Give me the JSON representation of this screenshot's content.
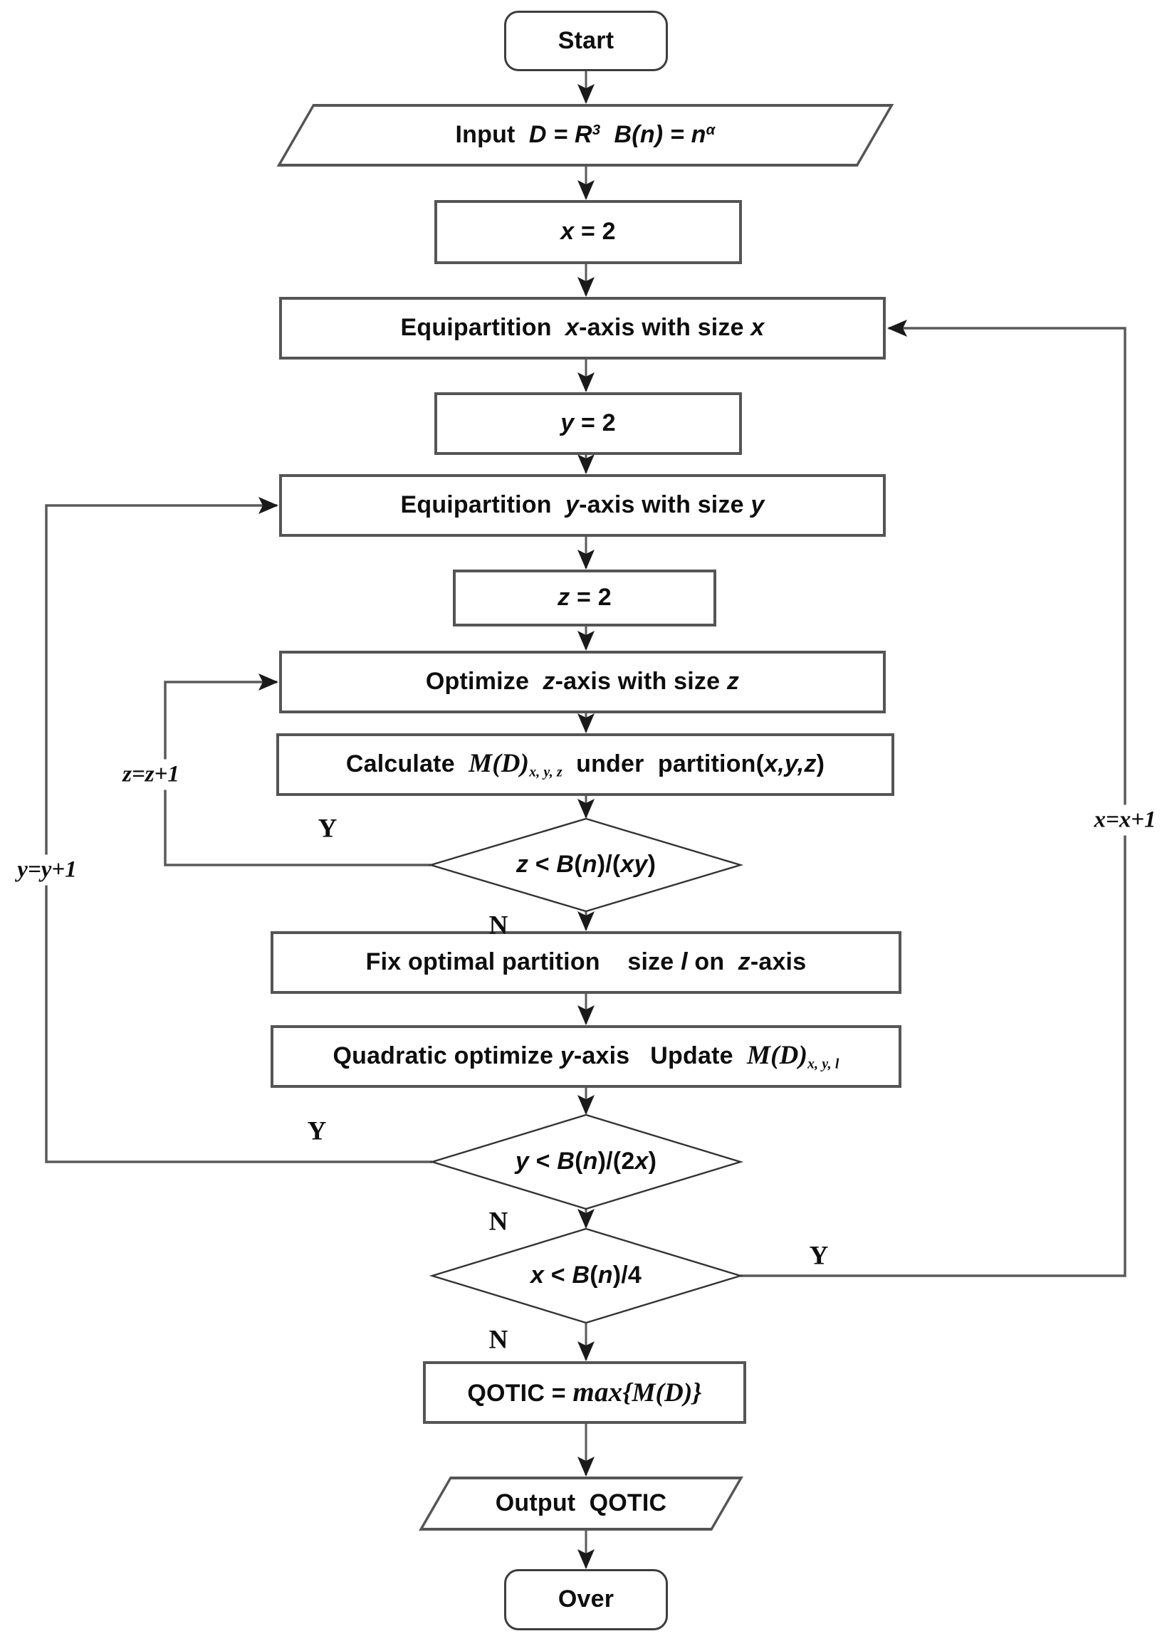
{
  "diagram": {
    "background": "#ffffff",
    "box_border_color": "#555555",
    "diamond_border_color": "#333333",
    "arrow_color": "#1a1a1a",
    "text_color": "#0e0e0e"
  },
  "nodes": {
    "start": {
      "shape": "terminator",
      "runs": [
        "Start"
      ]
    },
    "input": {
      "shape": "parallelogram",
      "runs": [
        "Input  ",
        "D = R",
        "3",
        "  B(n) = n",
        "α"
      ]
    },
    "x_init": {
      "shape": "process",
      "runs": [
        "x",
        " = 2"
      ]
    },
    "equipartition_x": {
      "shape": "process",
      "runs": [
        "Equipartition  ",
        "x",
        "-axis with size ",
        "x"
      ]
    },
    "y_init": {
      "shape": "process",
      "runs": [
        "y",
        " = 2"
      ]
    },
    "equipartition_y": {
      "shape": "process",
      "runs": [
        "Equipartition  ",
        "y",
        "-axis with size ",
        "y"
      ]
    },
    "z_init": {
      "shape": "process",
      "runs": [
        "z",
        " = 2"
      ]
    },
    "optimize_z": {
      "shape": "process",
      "runs": [
        "Optimize  ",
        "z",
        "-axis with size ",
        "z"
      ]
    },
    "calculate": {
      "shape": "process",
      "runs": [
        "Calculate  ",
        "M(D)",
        "x, y, z",
        "  under  partition(",
        "x,y,z",
        ")"
      ]
    },
    "decision_z": {
      "shape": "decision",
      "runs": [
        "z",
        " < ",
        "B",
        "(",
        "n",
        ")/(",
        "xy",
        ")"
      ]
    },
    "fix_partition": {
      "shape": "process",
      "runs": [
        "Fix optimal partition    size ",
        "l",
        " on  ",
        "z",
        "-axis"
      ]
    },
    "quadratic_optimize": {
      "shape": "process",
      "runs": [
        "Quadratic optimize ",
        "y",
        "-axis   Update  ",
        "M(D)",
        "x, y, l"
      ]
    },
    "decision_y": {
      "shape": "decision",
      "runs": [
        "y",
        " < ",
        "B",
        "(",
        "n",
        ")/(2",
        "x",
        ")"
      ]
    },
    "decision_x": {
      "shape": "decision",
      "runs": [
        "x",
        " < ",
        "B",
        "(",
        "n",
        ")/4"
      ]
    },
    "qotic": {
      "shape": "process",
      "runs": [
        "QOTIC = ",
        "max",
        "{M(D)}"
      ]
    },
    "output": {
      "shape": "parallelogram",
      "runs": [
        "Output  QOTIC"
      ]
    },
    "over": {
      "shape": "terminator",
      "runs": [
        "Over"
      ]
    }
  },
  "edges": {
    "z_increment": "z=z+1",
    "y_increment": "y=y+1",
    "x_increment": "x=x+1",
    "decision_z_yes": "Y",
    "decision_z_no": "N",
    "decision_y_yes": "Y",
    "decision_y_no": "N",
    "decision_x_yes": "Y",
    "decision_x_no": "N"
  }
}
